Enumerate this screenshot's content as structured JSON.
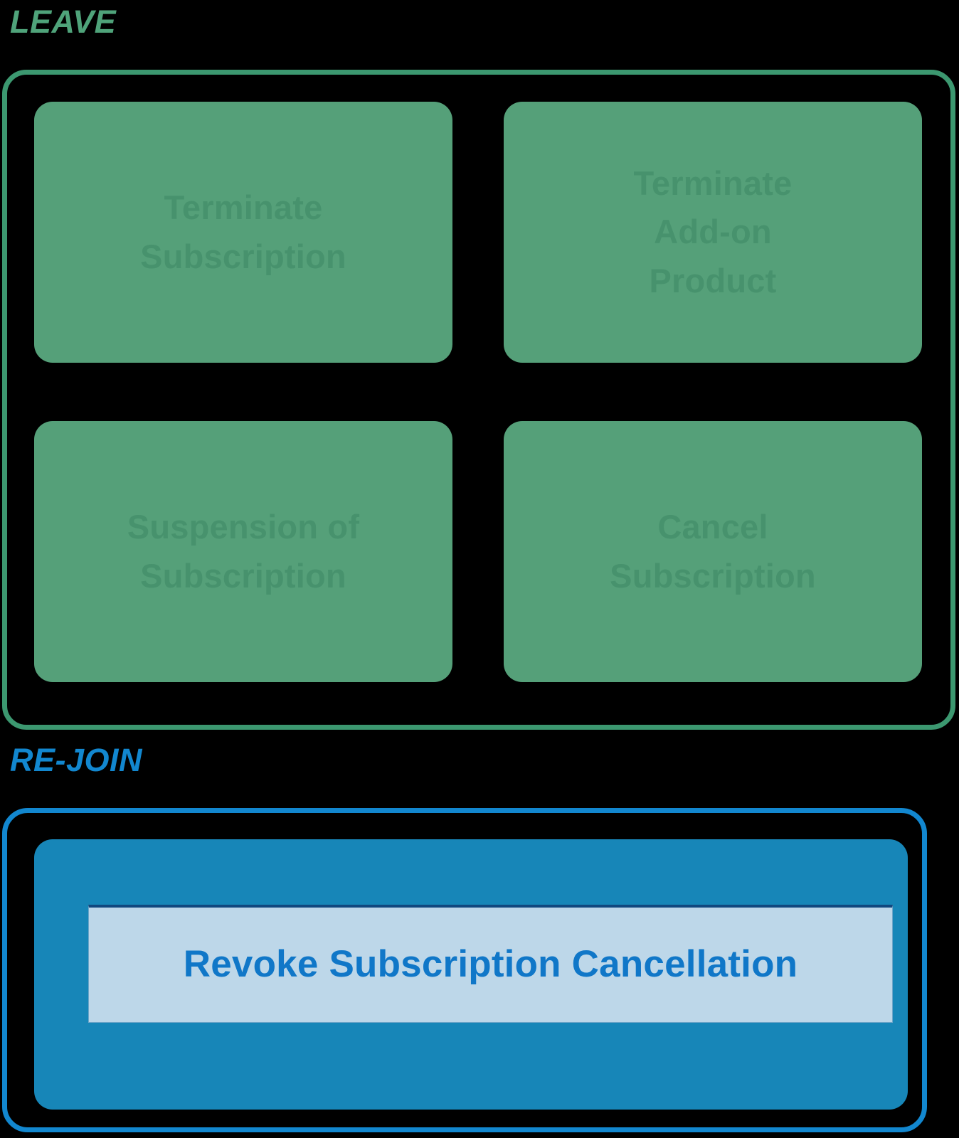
{
  "diagram": {
    "background_color": "#000000",
    "sections": [
      {
        "id": "leave",
        "label": "LEAVE",
        "accent_color": "#3C9870",
        "card_fill": "#55A079",
        "card_text_color": "#47926D",
        "cards": [
          {
            "label": "Terminate\nSubscription"
          },
          {
            "label": "Terminate\nAdd-on\nProduct"
          },
          {
            "label": "Suspension of\nSubscription"
          },
          {
            "label": "Cancel\nSubscription"
          }
        ]
      },
      {
        "id": "rejoin",
        "label": "RE-JOIN",
        "accent_color": "#1287CF",
        "panel_fill": "#1786B8",
        "banner_fill": "#BDD7E9",
        "banner_text_color": "#1077C8",
        "banner": {
          "label": "Revoke Subscription Cancellation"
        }
      }
    ]
  }
}
